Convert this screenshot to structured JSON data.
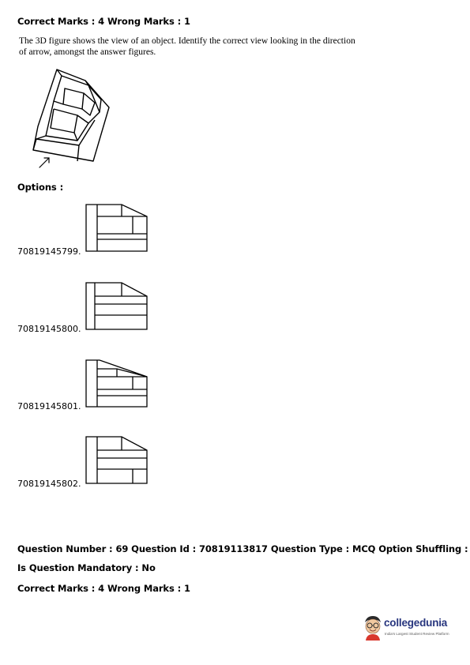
{
  "header": {
    "marks_line": "Correct Marks : 4 Wrong Marks : 1"
  },
  "question": {
    "text_line1": "The 3D figure shows the view of an object.  Identify the correct view looking in the direction",
    "text_line2": "of arrow, amongst the answer figures."
  },
  "options": {
    "heading": "Options :",
    "items": [
      {
        "id": "70819145799."
      },
      {
        "id": "70819145800."
      },
      {
        "id": "70819145801."
      },
      {
        "id": "70819145802."
      }
    ]
  },
  "next_question": {
    "info_line": "Question Number : 69 Question Id : 70819113817 Question Type : MCQ Option Shuffling : Yes",
    "mandatory_line": "Is Question Mandatory : No",
    "marks_line": "Correct Marks : 4 Wrong Marks : 1"
  },
  "logo": {
    "brand": "collegedunia",
    "tagline": "India's Largest Student Review Platform",
    "brand_color": "#27357e"
  }
}
